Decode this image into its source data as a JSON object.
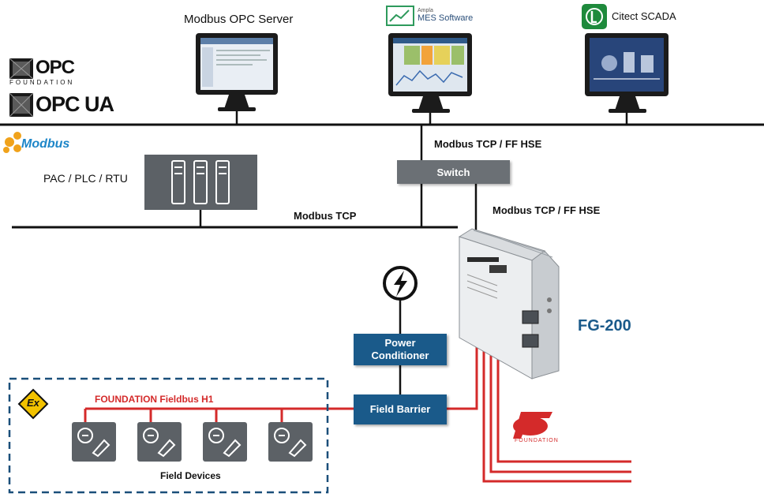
{
  "software": {
    "opc_server": "Modbus OPC Server",
    "mes_brand": "Ampla",
    "mes": "MES Software",
    "scada": "Citect SCADA"
  },
  "logos": {
    "opc_foundation": "OPC",
    "opc_foundation_sub": "FOUNDATION",
    "opc_ua": "OPC UA",
    "modbus": "Modbus",
    "fieldbus_foundation": "FOUNDATION"
  },
  "network": {
    "upper_bus_label": "Modbus TCP / FF HSE",
    "switch": "Switch",
    "switch_to_gateway_label": "Modbus TCP / FF HSE",
    "plc_bus_label": "Modbus TCP",
    "plc": "PAC / PLC / RTU"
  },
  "field": {
    "power_conditioner_line1": "Power",
    "power_conditioner_line2": "Conditioner",
    "field_barrier": "Field Barrier",
    "h1_label": "FOUNDATION Fieldbus H1",
    "field_devices": "Field Devices",
    "device_count": 4,
    "hazard_label": "Ex"
  },
  "gateway": {
    "name": "FG-200"
  },
  "colors": {
    "fieldbus_red": "#d42a2a",
    "box_blue": "#1a5a8a",
    "switch_gray": "#6b7075",
    "hazard_yellow": "#f2c200",
    "gateway_name": "#1a5a8a",
    "dashed_border": "#1a4f7a"
  },
  "icons": [
    "monitor-icon",
    "lightning-icon",
    "hazard-ex-icon",
    "field-device-icon",
    "plc-rack-icon",
    "gateway-device-icon"
  ]
}
